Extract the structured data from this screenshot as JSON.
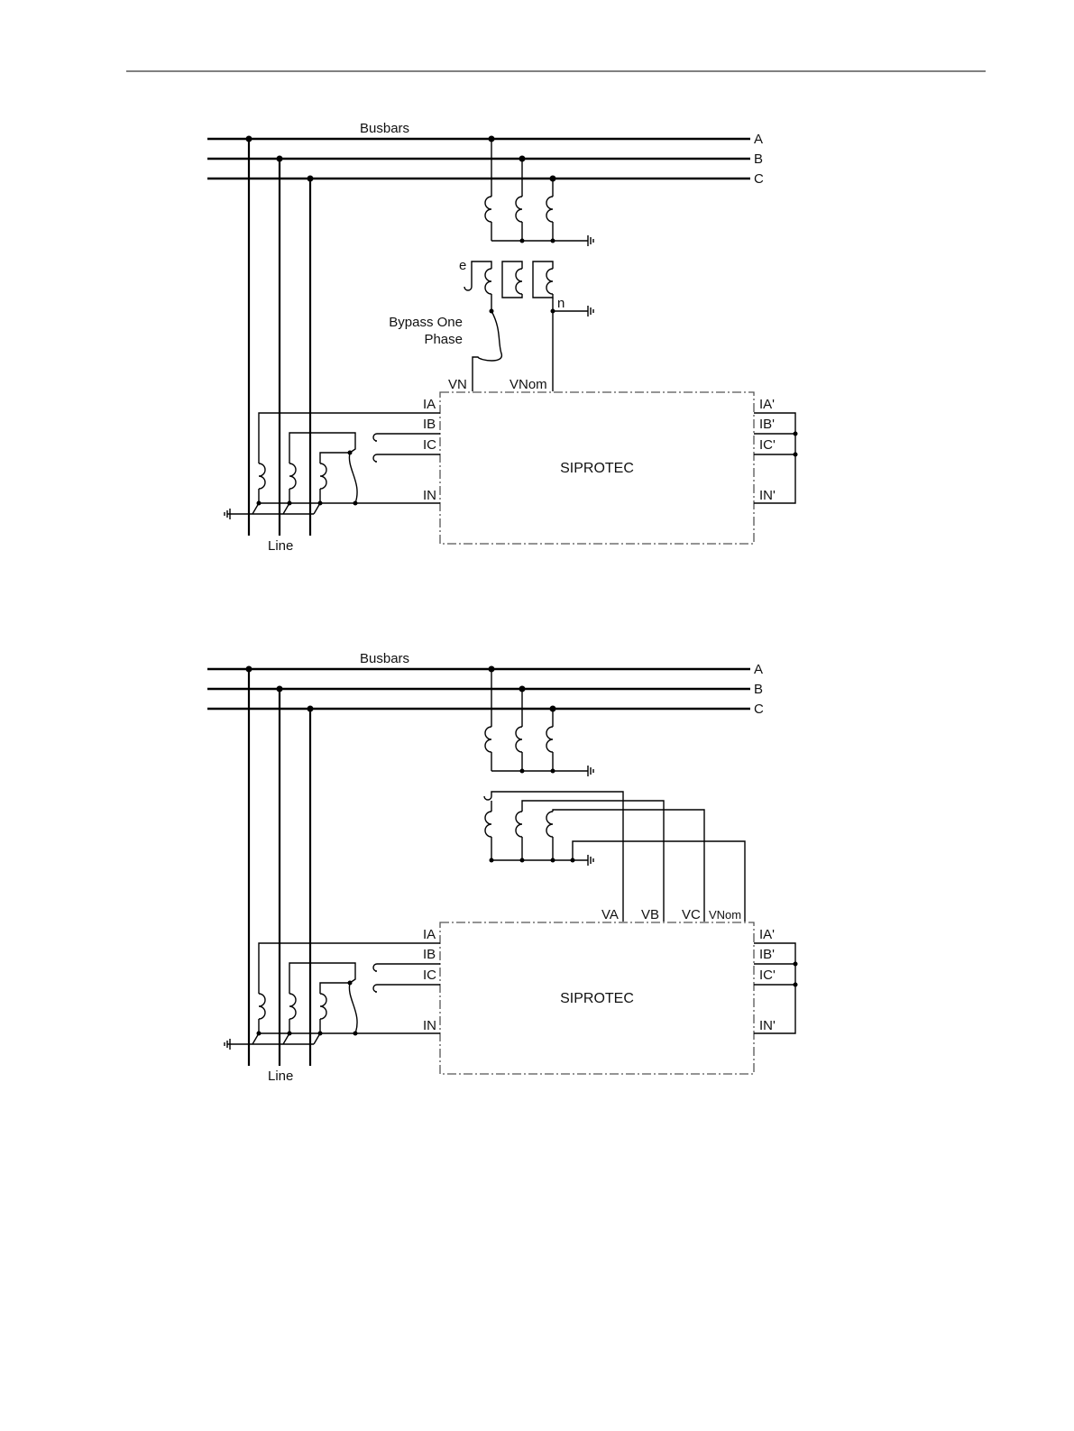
{
  "diagram1": {
    "busbars_label": "Busbars",
    "bus_labels": [
      "A",
      "B",
      "C"
    ],
    "vt_terminal_e": "e",
    "vt_terminal_n": "n",
    "bypass_label_line1": "Bypass One",
    "bypass_label_line2": "Phase",
    "voltage_inputs": [
      "VN",
      "VNom"
    ],
    "device_label": "SIPROTEC",
    "current_inputs_left": [
      "IA",
      "IB",
      "IC",
      "IN"
    ],
    "current_inputs_right": [
      "IA'",
      "IB'",
      "IC'",
      "IN'"
    ],
    "line_label": "Line"
  },
  "diagram2": {
    "busbars_label": "Busbars",
    "bus_labels": [
      "A",
      "B",
      "C"
    ],
    "voltage_inputs": [
      "VA",
      "VB",
      "VC",
      "VNom"
    ],
    "device_label": "SIPROTEC",
    "current_inputs_left": [
      "IA",
      "IB",
      "IC",
      "IN"
    ],
    "current_inputs_right": [
      "IA'",
      "IB'",
      "IC'",
      "IN'"
    ],
    "line_label": "Line"
  }
}
